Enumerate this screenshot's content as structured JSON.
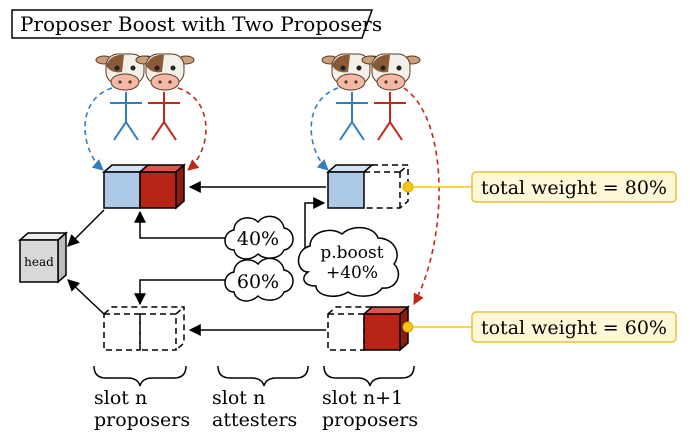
{
  "title": "Proposer Boost with Two Proposers",
  "head_label": "head",
  "clouds": {
    "forty": "40%",
    "sixty": "60%",
    "boost_line1": "p.boost",
    "boost_line2": "+40%"
  },
  "weights": {
    "top": "total weight = 80%",
    "bottom": "total weight = 60%"
  },
  "slots": {
    "slot_n_proposers": [
      "slot n",
      "proposers"
    ],
    "slot_n_attesters": [
      "slot n",
      "attesters"
    ],
    "slot_n1_proposers": [
      "slot n+1",
      "proposers"
    ]
  },
  "colors": {
    "blue_fill": "#adc9e8",
    "red_fill": "#b82518",
    "blue_line": "#2f7fc1",
    "red_line": "#c0281b",
    "note_fill": "#fff8d6",
    "note_border": "#e8c23a",
    "head_fill": "#d9d9d9"
  },
  "icons": [
    "cow-icon",
    "stick-figure-icon",
    "cloud-icon",
    "cube-icon"
  ]
}
